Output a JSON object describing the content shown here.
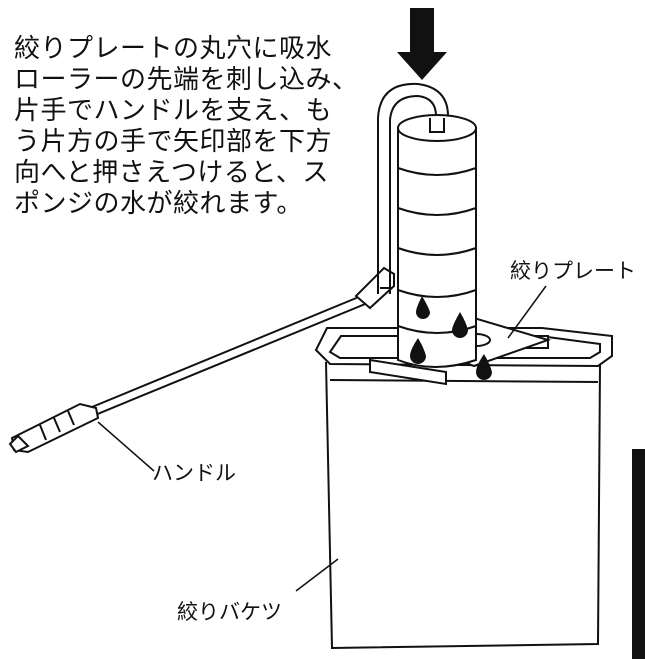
{
  "instruction": "絞りプレートの丸穴に吸水\nローラーの先端を刺し込み、\n片手でハンドルを支え、も\nう片方の手で矢印部を下方\n向へと押さえつけると、ス\nポンジの水が絞れます。",
  "labels": {
    "plate": "絞りプレート",
    "handle": "ハンドル",
    "bucket": "絞りバケツ"
  },
  "icons": [
    "down-arrow-icon",
    "water-drop-icon"
  ],
  "colors": {
    "line": "#111111",
    "background": "#ffffff"
  }
}
